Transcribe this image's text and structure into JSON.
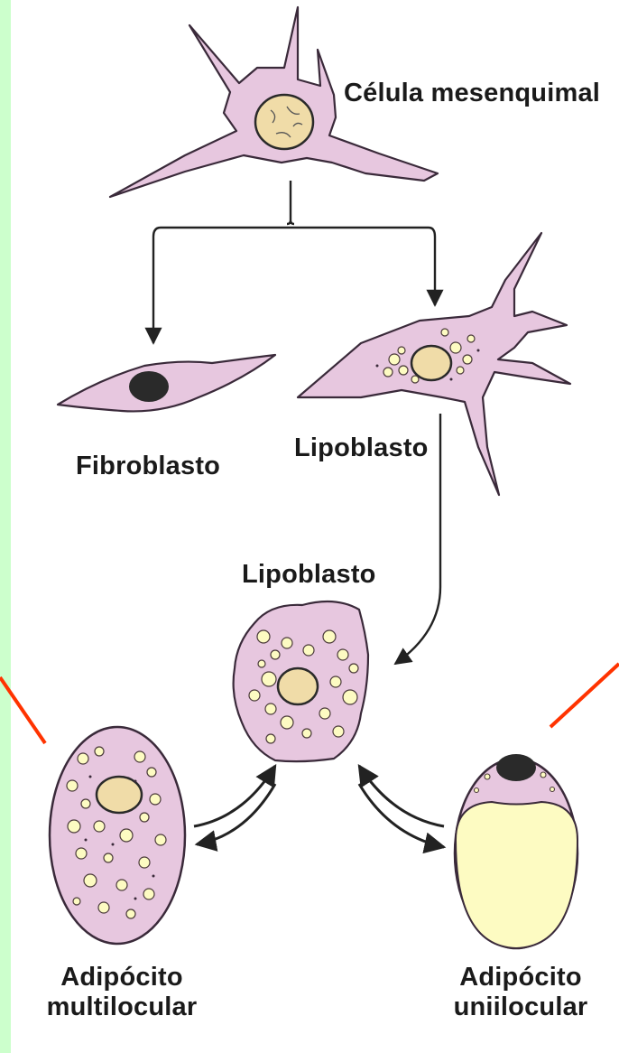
{
  "labels": {
    "mesenchymal": "Célula mesenquimal",
    "fibroblast": "Fibroblasto",
    "lipoblast_top": "Lipoblasto",
    "lipoblast_mid": "Lipoblasto",
    "adipocyte_multi_line1": "Adipócito",
    "adipocyte_multi_line2": "multilocular",
    "adipocyte_uni_line1": "Adipócito",
    "adipocyte_uni_line2": "uniilocular"
  },
  "colors": {
    "background_border": "#ccffcc",
    "panel": "#ffffff",
    "cytoplasm": "#e7c7df",
    "cell_outline": "#3a2a3a",
    "lipid_droplet": "#fdfbc2",
    "nucleus": "#f0dca8",
    "dark_nucleus": "#2a2a2a",
    "pointer_line": "#ff3300",
    "arrow": "#222222"
  }
}
